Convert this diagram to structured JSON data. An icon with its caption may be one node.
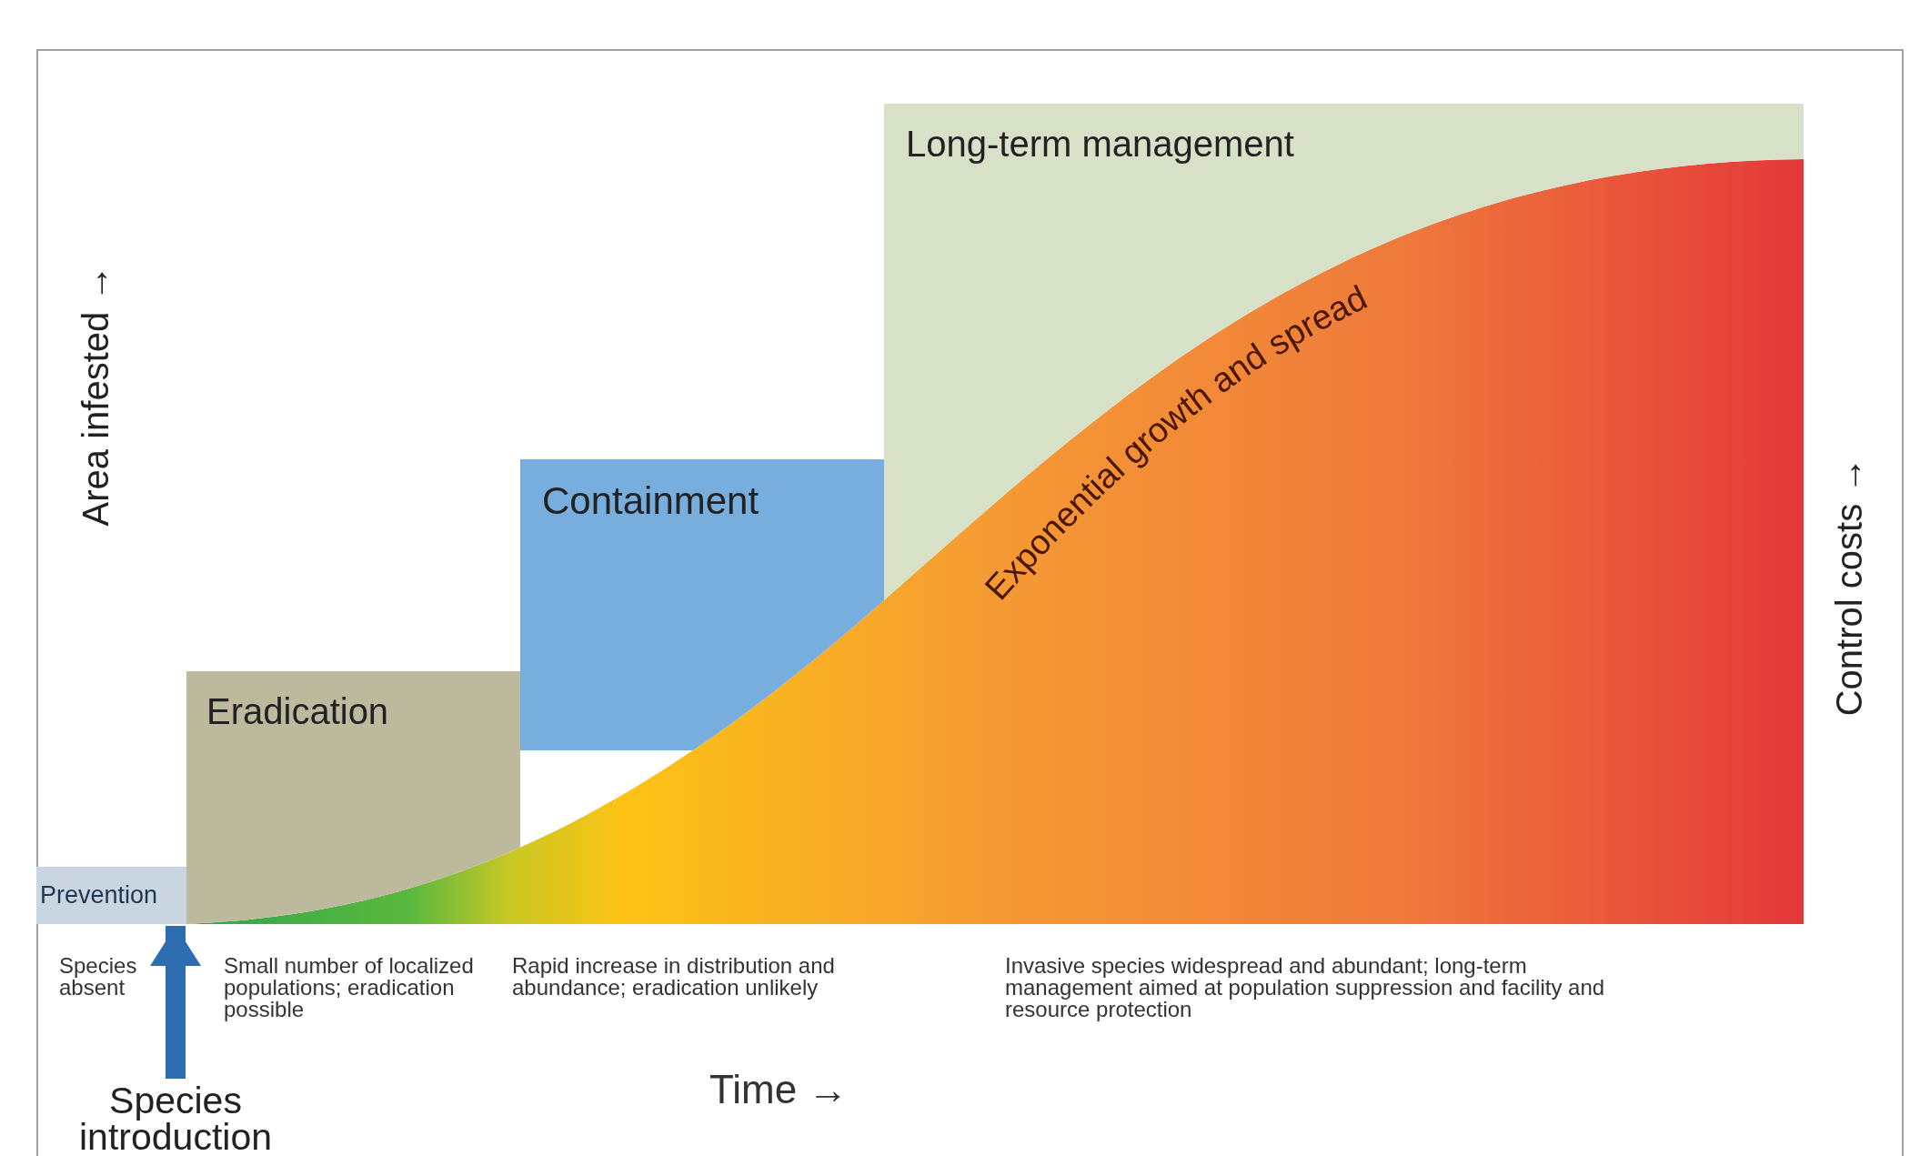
{
  "diagram": {
    "nodes": [
      {
        "text": [
          "Prevention"
        ]
      },
      {
        "text": [
          "Eradication"
        ]
      },
      {
        "text": [
          "Containment"
        ]
      },
      {
        "text": [
          "Long-term management"
        ]
      },
      {
        "text": [
          "Species introduction"
        ]
      }
    ],
    "edges": [
      {
        "from": 4,
        "to": 0,
        "arrow": "to"
      }
    ],
    "labels": [
      "Area infested →",
      "Exponential growth and spread",
      "Control costs →",
      "Species absent",
      "Small number of localized populations; eradication possible",
      "Rapid increase in distribution and abundance; eradication unlikely",
      "Invasive species widespread and abundant; long-term management aimed at population suppression and facility and resource protection",
      "Time →"
    ]
  }
}
